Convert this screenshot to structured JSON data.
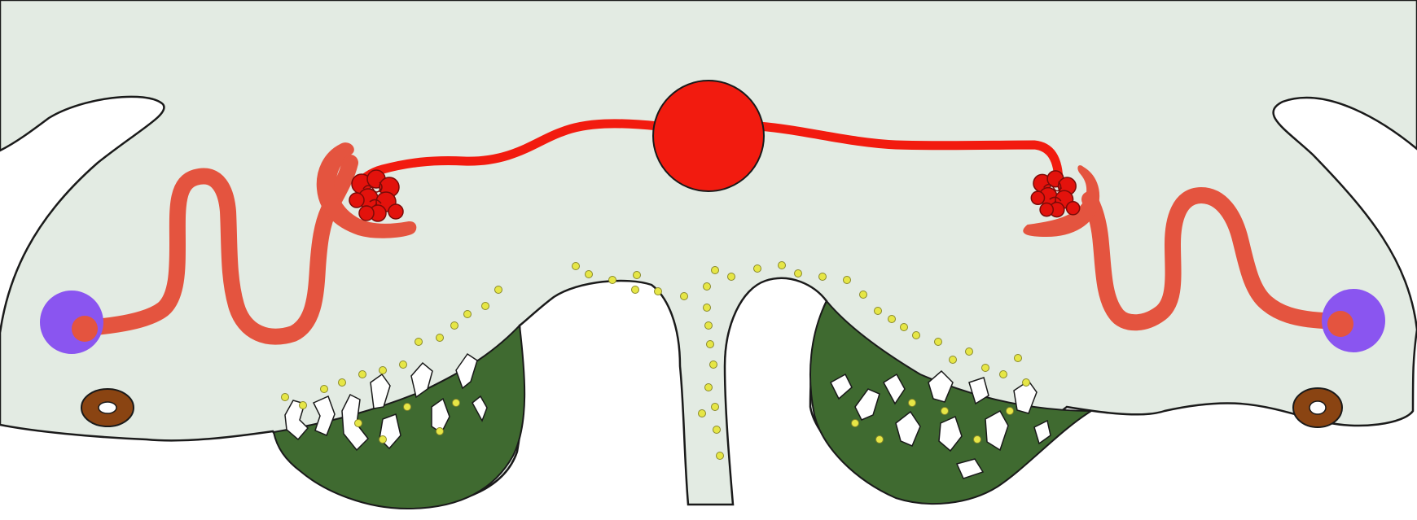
{
  "diagram": {
    "colors": {
      "background": "#ffffff",
      "tissue": "#e3ebe3",
      "outline": "#1a1a1a",
      "aorta": "#f21b0f",
      "glomerulus": "#e3120c",
      "tubule": "#e4543f",
      "duct_cap": "#8a55f0",
      "gut_ring": "#8a4412",
      "gonad_epithelium": "#3f6a30",
      "germ_cell": "#e6e646"
    },
    "structures": [
      {
        "name": "dorsal-aorta",
        "count": 1
      },
      {
        "name": "glomerulus",
        "count": 2
      },
      {
        "name": "mesonephric-tubule",
        "count": 2
      },
      {
        "name": "mesonephric-duct",
        "count": 2
      },
      {
        "name": "ring-structure",
        "count": 2
      },
      {
        "name": "gonadal-ridge",
        "count": 2
      },
      {
        "name": "germ-cell",
        "count": 62
      }
    ]
  }
}
